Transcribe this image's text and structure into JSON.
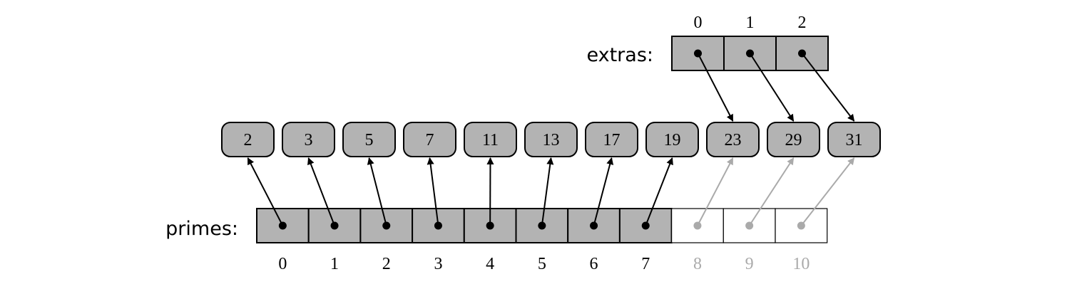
{
  "primes": {
    "label": "primes:",
    "indices": [
      "0",
      "1",
      "2",
      "3",
      "4",
      "5",
      "6",
      "7",
      "8",
      "9",
      "10"
    ],
    "filled_count": 8
  },
  "extras": {
    "label": "extras:",
    "indices": [
      "0",
      "1",
      "2"
    ]
  },
  "values": [
    "2",
    "3",
    "5",
    "7",
    "11",
    "13",
    "17",
    "19",
    "23",
    "29",
    "31"
  ],
  "colors": {
    "cell_fill": "#b3b3b3",
    "stroke": "#000000",
    "faded": "#aaaaaa",
    "empty_fill": "#ffffff"
  }
}
